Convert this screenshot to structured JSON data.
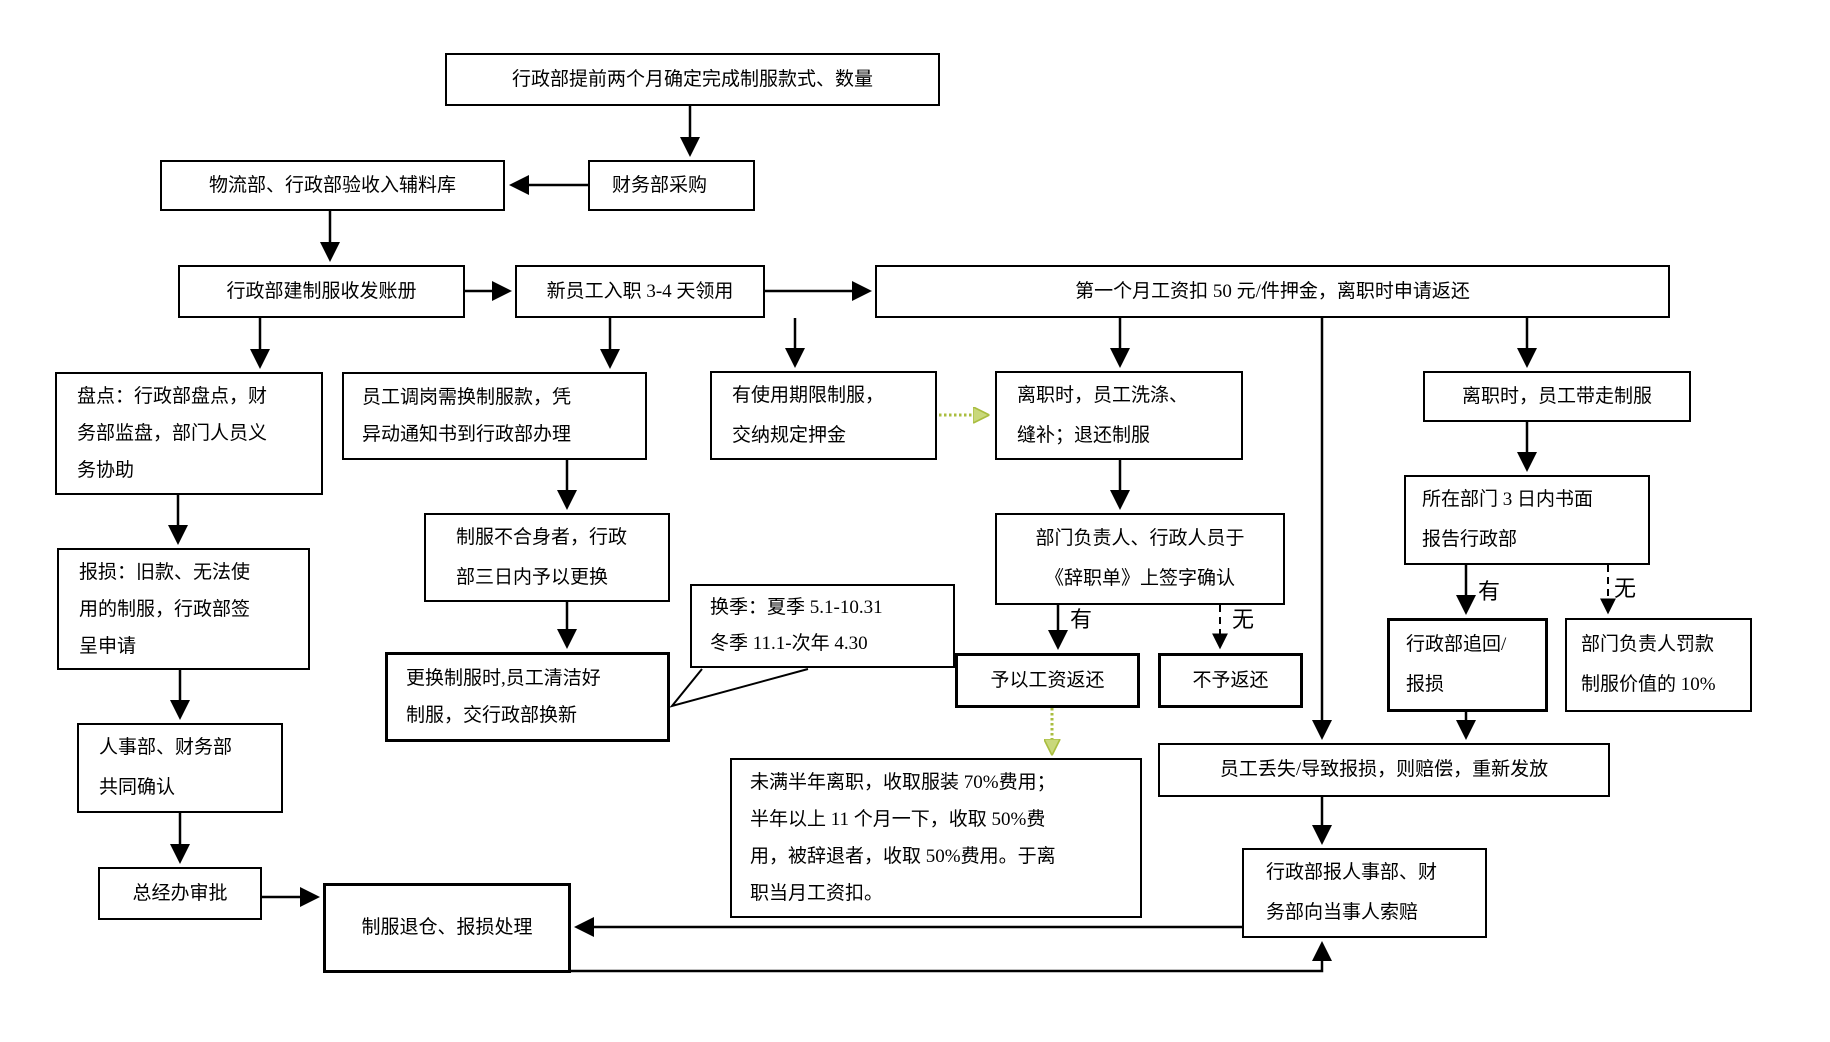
{
  "diagram": "uniform-management-flowchart",
  "colors": {
    "line": "#000000",
    "box_border": "#000000",
    "green_arrow": "#a9bd3f",
    "green_arrow_fill": "#c9d87b",
    "background": "#ffffff"
  },
  "nodes": {
    "plan": "行政部提前两个月确定完成制服款式、数量",
    "purchase": "财务部采购",
    "receive": "物流部、行政部验收入辅料库",
    "ledger": "行政部建制服收发账册",
    "new_employee": "新员工入职 3-4 天领用",
    "deposit": "第一个月工资扣 50 元/件押金，离职时申请返还",
    "inventory": "盘点：行政部盘点，财\n务部监盘，部门人员义\n务协助",
    "damage_report": "报损：旧款、无法使\n用的制服，行政部签\n呈申请",
    "hr_finance_confirm": "人事部、财务部\n共同确认",
    "gm_approval": "总经办审批",
    "warehouse_return": "制服退仓、报损处理",
    "transfer": "员工调岗需换制服款，凭\n异动通知书到行政部办理",
    "unfit": "制服不合身者，行政\n部三日内予以更换",
    "replace_clean": "更换制服时,员工清洁好\n制服，交行政部换新",
    "season_callout": "换季：夏季 5.1-10.31\n冬季 11.1-次年 4.30",
    "limited_term": "有使用期限制服，\n交纳规定押金",
    "leave_wash": "离职时，员工洗涤、\n缝补；退还制服",
    "sign_confirm": "部门负责人、行政人员于\n《辞职单》上签字确认",
    "salary_refund": "予以工资返还",
    "no_refund": "不予返还",
    "leave_fees": "未满半年离职，收取服装 70%费用；\n半年以上 11 个月一下，收取 50%费\n用，被辞退者，收取 50%费用。于离\n职当月工资扣。",
    "lost_compensate": "员工丢失/导致报损，则赔偿，重新发放",
    "claim": "行政部报人事部、财\n务部向当事人索赔",
    "leave_takeaway": "离职时，员工带走制服",
    "report_3days": "所在部门 3 日内书面\n报告行政部",
    "admin_recover": "行政部追回/\n报损",
    "manager_fine": "部门负责人罚款\n制服价值的 10%"
  },
  "branch_labels": {
    "sign_yes": "有",
    "sign_no": "无",
    "report_yes": "有",
    "report_no": "无"
  }
}
